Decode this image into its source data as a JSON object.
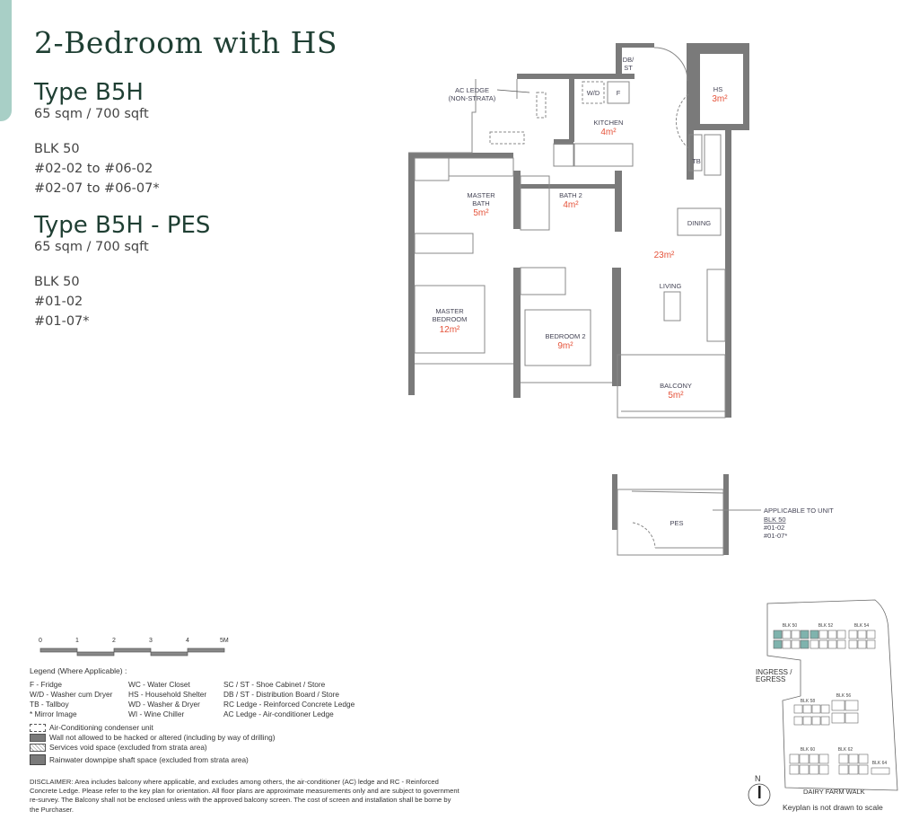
{
  "header": {
    "title": "2-Bedroom with HS",
    "type1": {
      "name": "Type B5H",
      "size": "65 sqm / 700 sqft",
      "units": [
        "BLK 50",
        "#02-02 to #06-02",
        "#02-07 to #06-07*"
      ]
    },
    "type2": {
      "name": "Type B5H - PES",
      "size": "65 sqm / 700 sqft",
      "units": [
        "BLK 50",
        "#01-02",
        "#01-07*"
      ]
    }
  },
  "plan": {
    "ac_ledge": [
      "AC LEDGE",
      "(NON-STRATA)"
    ],
    "db_st": [
      "DB/",
      "ST"
    ],
    "wd": "W/D",
    "fridge": "F",
    "kitchen": {
      "name": "KITCHEN",
      "area": "4m²"
    },
    "hs": {
      "name": "HS",
      "area": "3m²"
    },
    "tb": "TB",
    "master_bath": {
      "name": [
        "MASTER",
        "BATH"
      ],
      "area": "5m²"
    },
    "bath2": {
      "name": "BATH 2",
      "area": "4m²"
    },
    "dining": "DINING",
    "living_area": "23m²",
    "living": "LIVING",
    "master_bedroom": {
      "name": [
        "MASTER",
        "BEDROOM"
      ],
      "area": "12m²"
    },
    "bedroom2": {
      "name": "BEDROOM 2",
      "area": "9m²"
    },
    "balcony": {
      "name": "BALCONY",
      "area": "5m²"
    },
    "pes": "PES",
    "applicable": {
      "label": "APPLICABLE TO UNIT",
      "blk": "BLK 50",
      "units": [
        "#01-02",
        "#01-07*"
      ]
    }
  },
  "scale": {
    "ticks": [
      "0",
      "1",
      "2",
      "3",
      "4",
      "5M"
    ]
  },
  "legend": {
    "title": "Legend (Where Applicable) :",
    "items": [
      "F - Fridge",
      "WC - Water Closet",
      "SC / ST - Shoe Cabinet / Store",
      "W/D - Washer cum Dryer",
      "HS - Household Shelter",
      "DB / ST - Distribution Board / Store",
      "TB - Tallboy",
      "WD - Washer & Dryer",
      "RC Ledge - Reinforced Concrete Ledge",
      "* Mirror Image",
      "WI - Wine Chiller",
      "AC Ledge - Air-conditioner Ledge"
    ],
    "symbols": [
      "Air-Conditioning condenser unit",
      "Wall not allowed to be hacked or altered (including by way of drilling)",
      "Services void space (excluded from strata area)",
      "Rainwater downpipe shaft space (excluded from strata area)"
    ],
    "disclaimer": "DISCLAIMER: Area includes balcony where applicable, and excludes among others, the air-conditioner (AC) ledge and RC - Reinforced Concrete Ledge. Please refer to the key plan for orientation. All floor plans are approximate measurements only and are subject to government re-survey. The Balcony shall not be enclosed unless with the approved balcony screen. The cost of screen and installation shall be borne by the Purchaser."
  },
  "keyplan": {
    "blocks": [
      "BLK 50",
      "BLK 52",
      "BLK 54",
      "BLK 58",
      "BLK 56",
      "BLK 60",
      "BLK 62",
      "BLK 64"
    ],
    "ingress": [
      "INGRESS /",
      "EGRESS"
    ],
    "road": "DAIRY FARM WALK",
    "north": "N",
    "note": "Keyplan is not drawn to scale",
    "highlight_color": "#7fb3ad"
  },
  "colors": {
    "brand_green": "#1f3f33",
    "accent_tab": "#a8cfc6",
    "area_red": "#e5533a",
    "wall": "#7a7a7a"
  }
}
